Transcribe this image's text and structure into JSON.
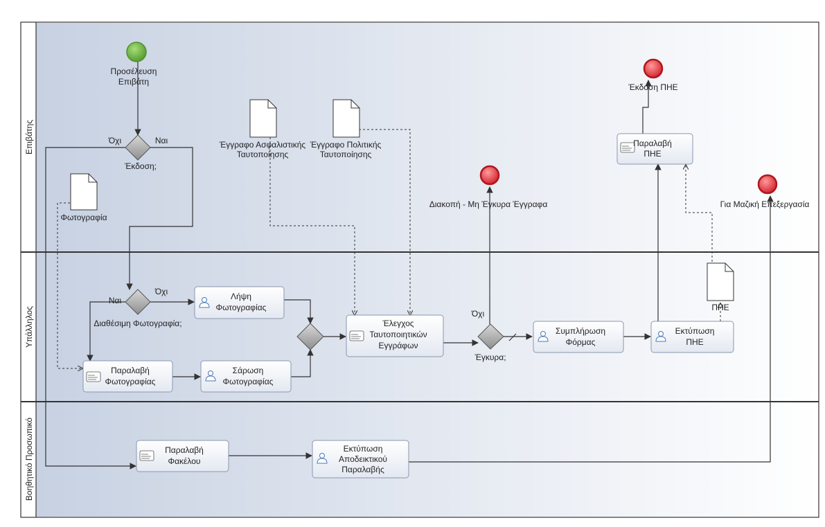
{
  "lanes": [
    {
      "id": "passenger",
      "label": "Επιβάτης"
    },
    {
      "id": "clerk",
      "label": "Υπάλληλος"
    },
    {
      "id": "support",
      "label": "Βοηθητικό Προσωπικό"
    }
  ],
  "start_event": {
    "label": [
      "Προσέλευση",
      "Επιβάτη"
    ]
  },
  "end_events": {
    "issue_phe": {
      "label": [
        "Έκδοση ΠΗΕ"
      ]
    },
    "stop_invalid": {
      "label": [
        "Διακοπή - Μη Έγκυρα Έγγραφα"
      ]
    },
    "mass_processing": {
      "label": [
        "Για Μαζική Επεξεργασία"
      ]
    }
  },
  "gateways": {
    "issue": {
      "label": "Έκδοση;",
      "yes": "Ναι",
      "no": "Όχι"
    },
    "photo_available": {
      "label": "Διαθέσιμη Φωτογραφία;",
      "yes": "Ναι",
      "no": "Όχι"
    },
    "valid": {
      "label": "Έγκυρα;",
      "no": "Όχι"
    }
  },
  "documents": {
    "photo": {
      "label": [
        "Φωτογραφία"
      ]
    },
    "insurance_id": {
      "label": [
        "Έγγραφο Ασφαλιστικής",
        "Ταυτοποίησης"
      ]
    },
    "political_id": {
      "label": [
        "Έγγραφο Πολιτικής",
        "Ταυτοποίησης"
      ]
    },
    "phe": {
      "label": [
        "ΠΗΕ"
      ]
    }
  },
  "tasks": {
    "receive_phe": {
      "label": [
        "Παραλαβή",
        "ΠΗΕ"
      ],
      "icon": "hand-icon"
    },
    "take_photo": {
      "label": [
        "Λήψη",
        "Φωτογραφίας"
      ],
      "icon": "user-icon"
    },
    "check_docs": {
      "label": [
        "Έλεγχος",
        "Ταυτοποιητικών",
        "Εγγράφων"
      ],
      "icon": "hand-icon"
    },
    "fill_form": {
      "label": [
        "Συμπλήρωση",
        "Φόρμας"
      ],
      "icon": "user-icon"
    },
    "print_phe": {
      "label": [
        "Εκτύπωση",
        "ΠΗΕ"
      ],
      "icon": "user-icon"
    },
    "receive_photo": {
      "label": [
        "Παραλαβή",
        "Φωτογραφίας"
      ],
      "icon": "hand-icon"
    },
    "scan_photo": {
      "label": [
        "Σάρωση",
        "Φωτογραφίας"
      ],
      "icon": "user-icon"
    },
    "receive_folder": {
      "label": [
        "Παραλαβή",
        "Φακέλου"
      ],
      "icon": "hand-icon"
    },
    "print_receipt": {
      "label": [
        "Εκτύπωση",
        "Αποδεικτικού",
        "Παραλαβής"
      ],
      "icon": "user-icon"
    }
  },
  "colors": {
    "start_event": "#6db33f",
    "end_event": "#e0323a",
    "lane_fill_left": "#c9d3e3",
    "lane_fill_right": "#ffffff",
    "task_fill": "#eef1f7"
  }
}
